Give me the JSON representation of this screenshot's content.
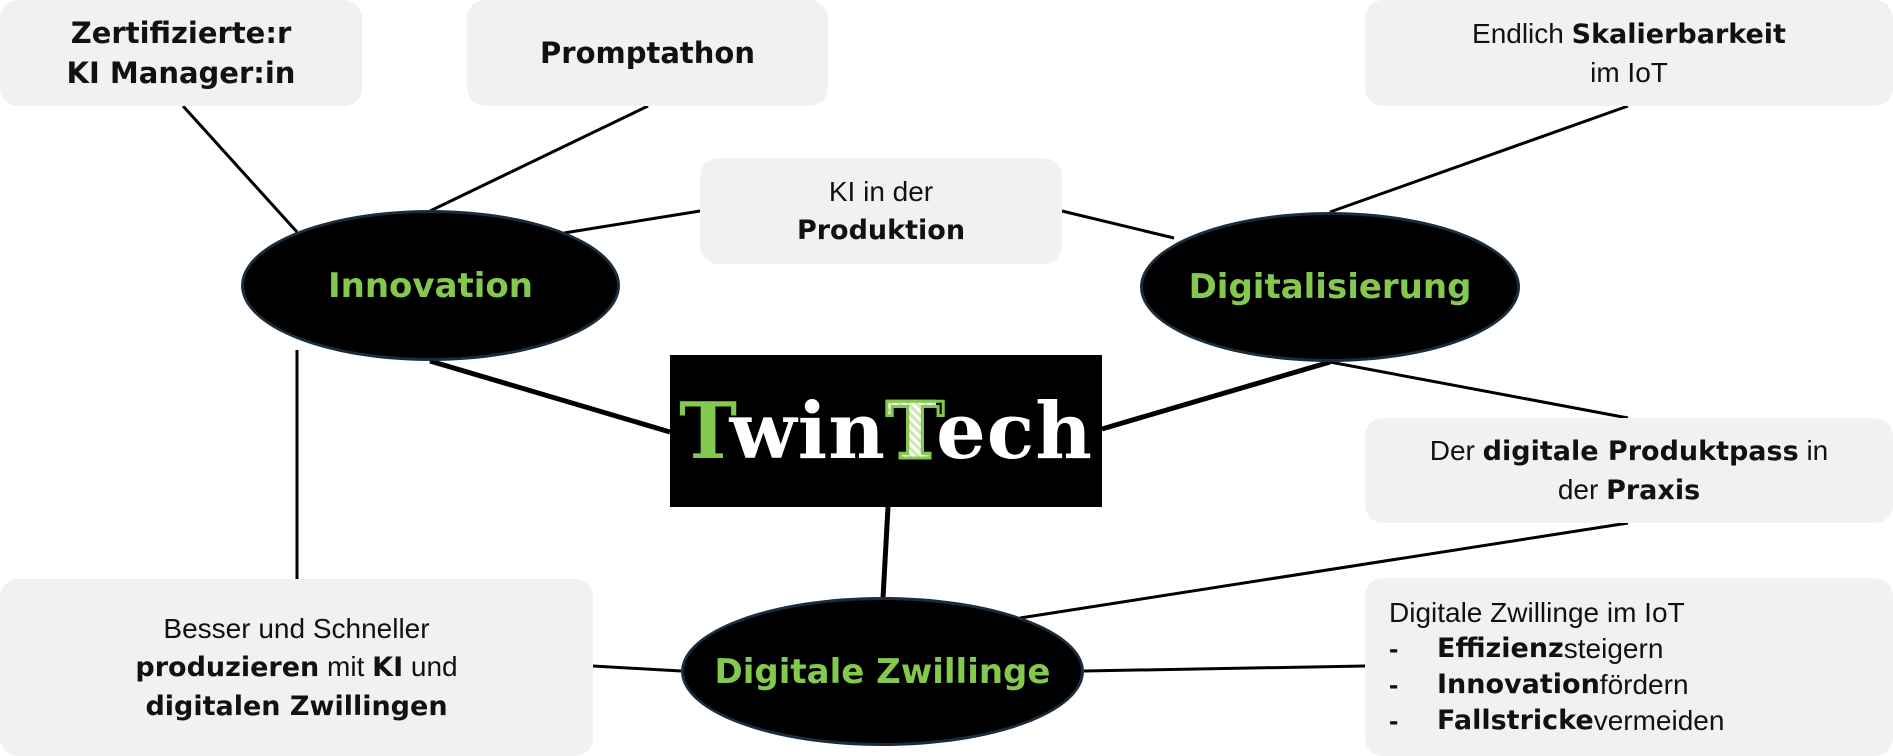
{
  "central": {
    "part1": "T",
    "part2": "win",
    "part3": "T",
    "part4": "ech",
    "full": "TwinTech"
  },
  "hubs": {
    "innovation": "Innovation",
    "digitalisierung": "Digitalisierung",
    "zwillinge": "Digitale Zwillinge"
  },
  "boxes": {
    "ki_manager": {
      "line1": "Zertifizierte:r",
      "line2": "KI Manager:in"
    },
    "promptathon": {
      "text": "Promptathon"
    },
    "ki_produktion": {
      "line1": "KI in der",
      "line2_bold": "Produktion"
    },
    "skalierbarkeit": {
      "pre": "Endlich ",
      "bold": "Skalierbarkeit",
      "line2": "im IoT"
    },
    "produktpass": {
      "pre": "Der ",
      "bold": "digitale Produktpass",
      "post": " in",
      "line2_pre": "der ",
      "line2_bold": "Praxis"
    },
    "besser": {
      "line1": "Besser und Schneller",
      "l2_bold1": "produzieren",
      "l2_mid": " mit ",
      "l2_bold2": "KI",
      "l2_post": " und",
      "line3_bold": "digitalen Zwillingen"
    },
    "iot": {
      "title": "Digitale Zwillinge im IoT",
      "items": [
        {
          "dash": "-",
          "bold": "Effizienz",
          "rest": " steigern"
        },
        {
          "dash": "-",
          "bold": "Innovation",
          "rest": " fördern"
        },
        {
          "dash": "-",
          "bold": "Fallstricke",
          "rest": " vermeiden"
        }
      ]
    }
  },
  "colors": {
    "accent_green": "#84c94d",
    "box_bg": "#f1f1f1",
    "node_bg": "#000000"
  }
}
